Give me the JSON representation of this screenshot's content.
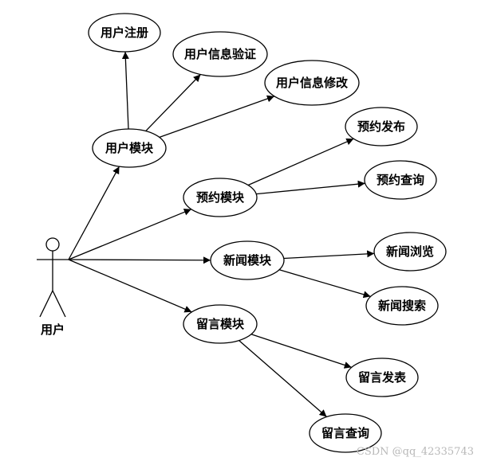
{
  "actor": {
    "label": "用户"
  },
  "nodes": {
    "user_module": "用户模块",
    "user_register": "用户注册",
    "user_verify": "用户信息验证",
    "user_edit": "用户信息修改",
    "booking_module": "预约模块",
    "booking_publish": "预约发布",
    "booking_query": "预约查询",
    "news_module": "新闻模块",
    "news_browse": "新闻浏览",
    "news_search": "新闻搜索",
    "message_module": "留言模块",
    "message_post": "留言发表",
    "message_query": "留言查询"
  },
  "edges": [
    [
      "actor",
      "user_module"
    ],
    [
      "actor",
      "booking_module"
    ],
    [
      "actor",
      "news_module"
    ],
    [
      "actor",
      "message_module"
    ],
    [
      "user_module",
      "user_register"
    ],
    [
      "user_module",
      "user_verify"
    ],
    [
      "user_module",
      "user_edit"
    ],
    [
      "booking_module",
      "booking_publish"
    ],
    [
      "booking_module",
      "booking_query"
    ],
    [
      "news_module",
      "news_browse"
    ],
    [
      "news_module",
      "news_search"
    ],
    [
      "message_module",
      "message_post"
    ],
    [
      "message_module",
      "message_query"
    ]
  ],
  "watermark": "CSDN @qq_42335743"
}
